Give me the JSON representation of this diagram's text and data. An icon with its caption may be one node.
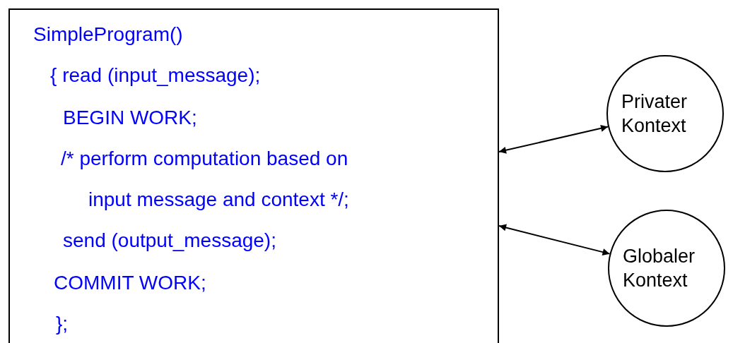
{
  "diagram": {
    "nodes": [
      {
        "text": [
          "SimpleProgram()",
          "{ read (input_message);",
          "BEGIN WORK;",
          "/* perform computation based on",
          "input message and context */;",
          "send (output_message);",
          "COMMIT WORK;",
          "};"
        ]
      },
      {
        "text": [
          "Privater Kontext"
        ]
      },
      {
        "text": [
          "Globaler Kontext"
        ]
      }
    ],
    "edges": [
      {
        "from": 0,
        "to": 1,
        "arrow": "both"
      },
      {
        "from": 0,
        "to": 2,
        "arrow": "both"
      }
    ]
  }
}
